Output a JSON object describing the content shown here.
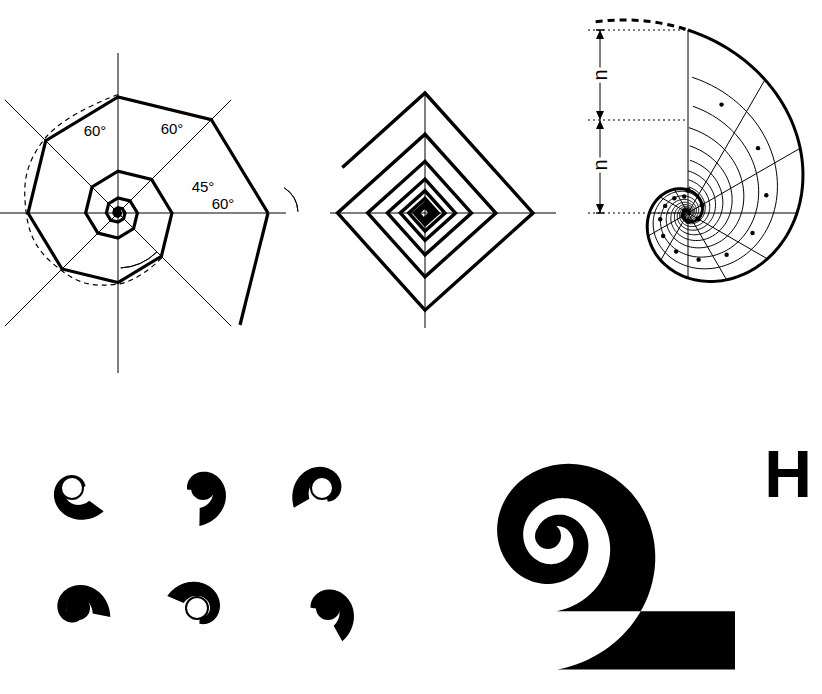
{
  "diagram": {
    "labels": [
      "60°",
      "60°",
      "45°",
      "60°",
      "n",
      "n",
      "H"
    ]
  }
}
